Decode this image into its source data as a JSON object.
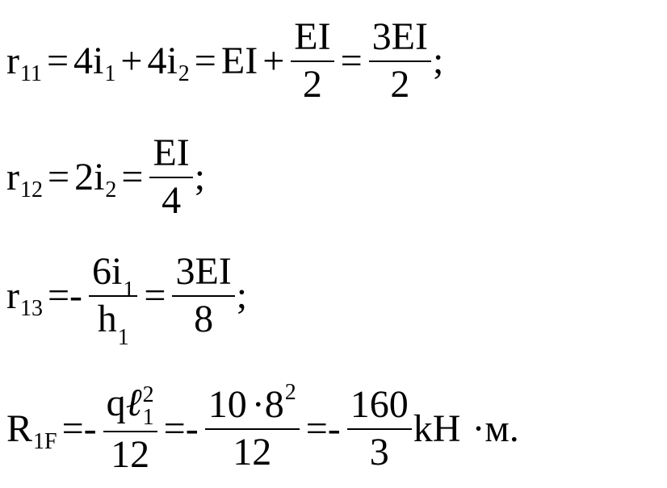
{
  "eq1": {
    "lhs": "r",
    "lhs_sub": "11",
    "eq_a": "=",
    "t1": "4i",
    "t1_sub": "1",
    "plus1": "+",
    "t2": "4i",
    "t2_sub": "2",
    "eq_b": "=",
    "t3": "EI",
    "plus2": "+",
    "f1_num": "EI",
    "f1_den": "2",
    "eq_c": "=",
    "f2_num": "3EI",
    "f2_den": "2",
    "end": ";"
  },
  "eq2": {
    "lhs": "r",
    "lhs_sub": "12",
    "eq_a": "=",
    "t1": "2i",
    "t1_sub": "2",
    "eq_b": "=",
    "f1_num": "EI",
    "f1_den": "4",
    "end": ";"
  },
  "eq3": {
    "lhs": "r",
    "lhs_sub": "13",
    "eq_a": "=-",
    "f1_num": "6i",
    "f1_num_sub": "1",
    "f1_den": "h",
    "f1_den_sub": "1",
    "eq_b": "=",
    "f2_num": "3EI",
    "f2_den": "8",
    "end": ";"
  },
  "eq4": {
    "lhs": "R",
    "lhs_sub": "1F",
    "eq_a": "=-",
    "f1_num_q": "q",
    "f1_num_l": "ℓ",
    "f1_num_sup": "2",
    "f1_num_sub": "1",
    "f1_den": "12",
    "eq_b": "=-",
    "f2_num": "10",
    "f2_dot": "·8",
    "f2_sup": "2",
    "f2_den": "12",
    "eq_c": "=-",
    "f3_num": "160",
    "f3_den": "3",
    "unit": "kH",
    "unit2": "·м."
  }
}
